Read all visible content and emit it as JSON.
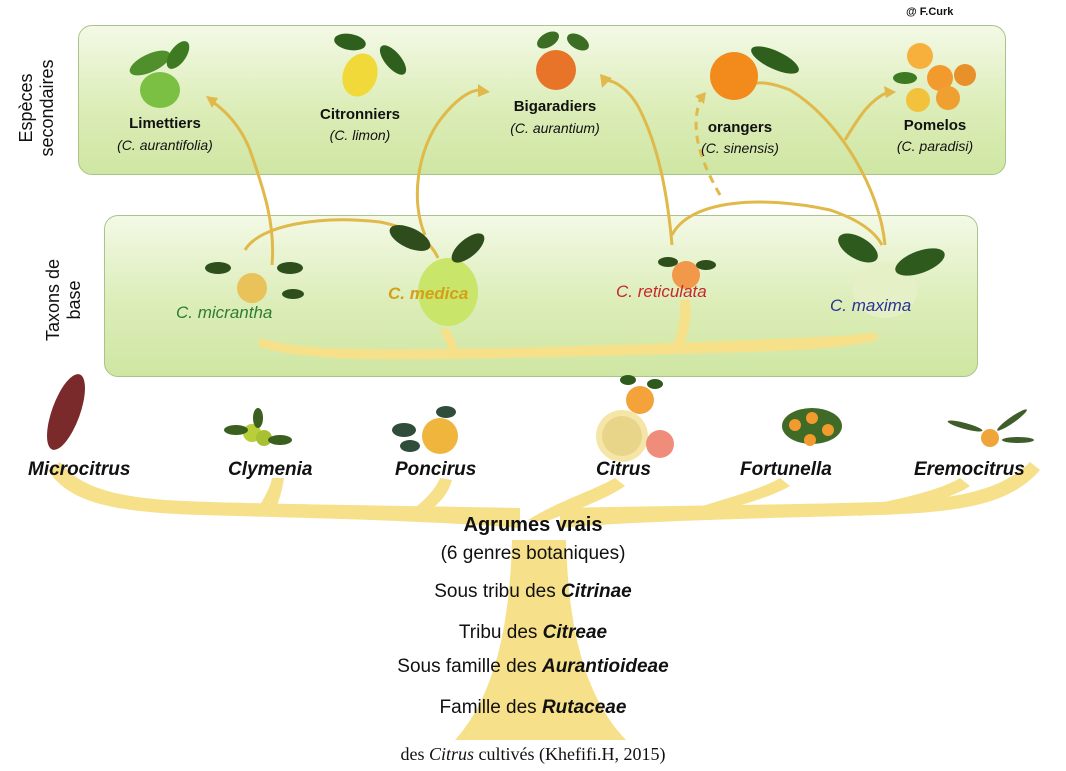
{
  "credit": "@ F.Curk",
  "side_labels": {
    "secondary": "Espèces\nsecondaires",
    "base": "Taxons de\nbase"
  },
  "secondary_species": [
    {
      "name": "Limettiers",
      "sci": "(C. aurantifolia)"
    },
    {
      "name": "Citronniers",
      "sci": "(C. limon)"
    },
    {
      "name": "Bigaradiers",
      "sci": "(C. aurantium)"
    },
    {
      "name": "orangers",
      "sci": "(C. sinensis)"
    },
    {
      "name": "Pomelos",
      "sci": "(C. paradisi)"
    }
  ],
  "base_taxa": [
    {
      "name": "C. micrantha",
      "color": "#2e7d32"
    },
    {
      "name": "C. medica",
      "color": "#d4a017"
    },
    {
      "name": "C. reticulata",
      "color": "#c62828"
    },
    {
      "name": "C. maxima",
      "color": "#283593"
    }
  ],
  "genera": [
    "Microcitrus",
    "Clymenia",
    "Poncirus",
    "Citrus",
    "Fortunella",
    "Eremocitrus"
  ],
  "trunk": {
    "title": "Agrumes vrais",
    "subtitle": "(6 genres botaniques)",
    "subtribe_prefix": "Sous tribu des ",
    "subtribe": "Citrinae",
    "tribe_prefix": "Tribu des ",
    "tribe": "Citreae",
    "subfamily_prefix": "Sous famille des ",
    "subfamily": "Aurantioideae",
    "family_prefix": "Famille des ",
    "family": "Rutaceae"
  },
  "caption": {
    "prefix": "des ",
    "italic": "Citrus",
    "suffix": " cultivés  (Khefifi.H, 2015)"
  },
  "colors": {
    "tree": "#f7e08a",
    "branch_line": "#e0b94a",
    "panel_border": "#a8c48a"
  }
}
